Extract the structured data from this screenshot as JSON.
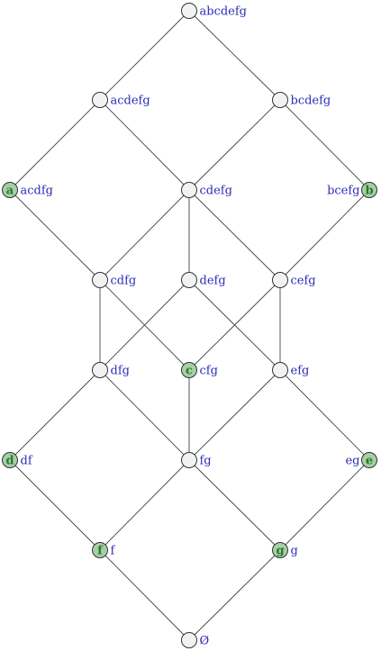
{
  "diagram": {
    "palette": {
      "edge": "#444444",
      "node_fill": "#f2f2f2",
      "marked_node_fill": "#a6cfa6",
      "marker_text": "#2a7a2a",
      "label_text": "#2b2bb8"
    },
    "nodes": [
      {
        "id": "abcdefg",
        "label": "abcdefg",
        "marker": ""
      },
      {
        "id": "acdefg",
        "label": "acdefg",
        "marker": ""
      },
      {
        "id": "bcdefg",
        "label": "bcdefg",
        "marker": ""
      },
      {
        "id": "acdfg",
        "label": "acdfg",
        "marker": "a"
      },
      {
        "id": "cdefg",
        "label": "cdefg",
        "marker": ""
      },
      {
        "id": "bcefg",
        "label": "bcefg",
        "marker": "b"
      },
      {
        "id": "cdfg",
        "label": "cdfg",
        "marker": ""
      },
      {
        "id": "defg",
        "label": "defg",
        "marker": ""
      },
      {
        "id": "cefg",
        "label": "cefg",
        "marker": ""
      },
      {
        "id": "dfg",
        "label": "dfg",
        "marker": ""
      },
      {
        "id": "cfg",
        "label": "cfg",
        "marker": "c"
      },
      {
        "id": "efg",
        "label": "efg",
        "marker": ""
      },
      {
        "id": "df",
        "label": "df",
        "marker": "d"
      },
      {
        "id": "fg",
        "label": "fg",
        "marker": ""
      },
      {
        "id": "eg",
        "label": "eg",
        "marker": "e"
      },
      {
        "id": "f",
        "label": "f",
        "marker": "f"
      },
      {
        "id": "g",
        "label": "g",
        "marker": "g"
      },
      {
        "id": "empty",
        "label": "Ø",
        "marker": ""
      }
    ],
    "edges": [
      [
        "abcdefg",
        "acdefg"
      ],
      [
        "abcdefg",
        "bcdefg"
      ],
      [
        "acdefg",
        "acdfg"
      ],
      [
        "acdefg",
        "cdefg"
      ],
      [
        "bcdefg",
        "cdefg"
      ],
      [
        "bcdefg",
        "bcefg"
      ],
      [
        "acdfg",
        "cdfg"
      ],
      [
        "cdefg",
        "cdfg"
      ],
      [
        "cdefg",
        "defg"
      ],
      [
        "cdefg",
        "cefg"
      ],
      [
        "bcefg",
        "cefg"
      ],
      [
        "cdfg",
        "dfg"
      ],
      [
        "cdfg",
        "cfg"
      ],
      [
        "defg",
        "dfg"
      ],
      [
        "defg",
        "efg"
      ],
      [
        "cefg",
        "cfg"
      ],
      [
        "cefg",
        "efg"
      ],
      [
        "dfg",
        "df"
      ],
      [
        "dfg",
        "fg"
      ],
      [
        "cfg",
        "fg"
      ],
      [
        "efg",
        "fg"
      ],
      [
        "efg",
        "eg"
      ],
      [
        "df",
        "f"
      ],
      [
        "fg",
        "f"
      ],
      [
        "fg",
        "g"
      ],
      [
        "eg",
        "g"
      ],
      [
        "f",
        "empty"
      ],
      [
        "g",
        "empty"
      ]
    ]
  }
}
